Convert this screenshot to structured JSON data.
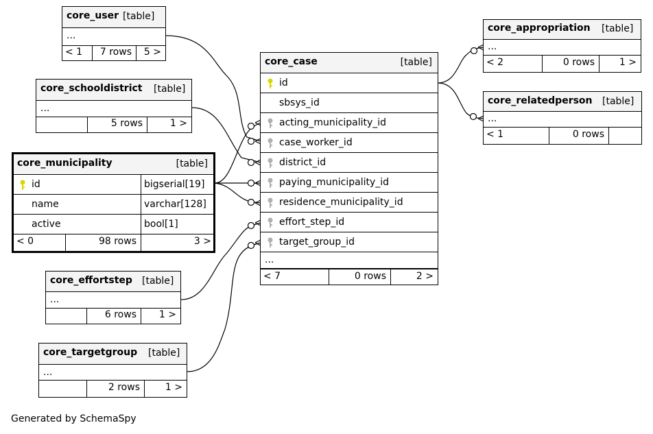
{
  "footer": "Generated by SchemaSpy",
  "colors": {
    "primary_key": "#d8d800",
    "foreign_key": "#b0b0b0",
    "header_bg": "#f4f4f4",
    "line": "#000000"
  },
  "tables": {
    "core_user": {
      "name": "core_user",
      "kind": "[table]",
      "ellipsis": "...",
      "prev": "< 1",
      "rows": "7 rows",
      "next": "5 >"
    },
    "core_schooldistrict": {
      "name": "core_schooldistrict",
      "kind": "[table]",
      "ellipsis": "...",
      "prev": "",
      "rows": "5 rows",
      "next": "1 >"
    },
    "core_municipality": {
      "name": "core_municipality",
      "kind": "[table]",
      "columns": [
        {
          "name": "id",
          "type": "bigserial[19]",
          "icon": "primary-key-icon"
        },
        {
          "name": "name",
          "type": "varchar[128]"
        },
        {
          "name": "active",
          "type": "bool[1]"
        }
      ],
      "prev": "< 0",
      "rows": "98 rows",
      "next": "3 >"
    },
    "core_effortstep": {
      "name": "core_effortstep",
      "kind": "[table]",
      "ellipsis": "...",
      "prev": "",
      "rows": "6 rows",
      "next": "1 >"
    },
    "core_targetgroup": {
      "name": "core_targetgroup",
      "kind": "[table]",
      "ellipsis": "...",
      "prev": "",
      "rows": "2 rows",
      "next": "1 >"
    },
    "core_case": {
      "name": "core_case",
      "kind": "[table]",
      "columns": [
        {
          "name": "id",
          "icon": "primary-key-icon"
        },
        {
          "name": "sbsys_id"
        },
        {
          "name": "acting_municipality_id",
          "icon": "foreign-key-icon"
        },
        {
          "name": "case_worker_id",
          "icon": "foreign-key-icon"
        },
        {
          "name": "district_id",
          "icon": "foreign-key-icon"
        },
        {
          "name": "paying_municipality_id",
          "icon": "foreign-key-icon"
        },
        {
          "name": "residence_municipality_id",
          "icon": "foreign-key-icon"
        },
        {
          "name": "effort_step_id",
          "icon": "foreign-key-icon"
        },
        {
          "name": "target_group_id",
          "icon": "foreign-key-icon"
        }
      ],
      "ellipsis": "...",
      "prev": "< 7",
      "rows": "0 rows",
      "next": "2 >"
    },
    "core_appropriation": {
      "name": "core_appropriation",
      "kind": "[table]",
      "ellipsis": "...",
      "prev": "< 2",
      "rows": "0 rows",
      "next": "1 >"
    },
    "core_relatedperson": {
      "name": "core_relatedperson",
      "kind": "[table]",
      "ellipsis": "...",
      "prev": "< 1",
      "rows": "0 rows",
      "next": ""
    }
  }
}
